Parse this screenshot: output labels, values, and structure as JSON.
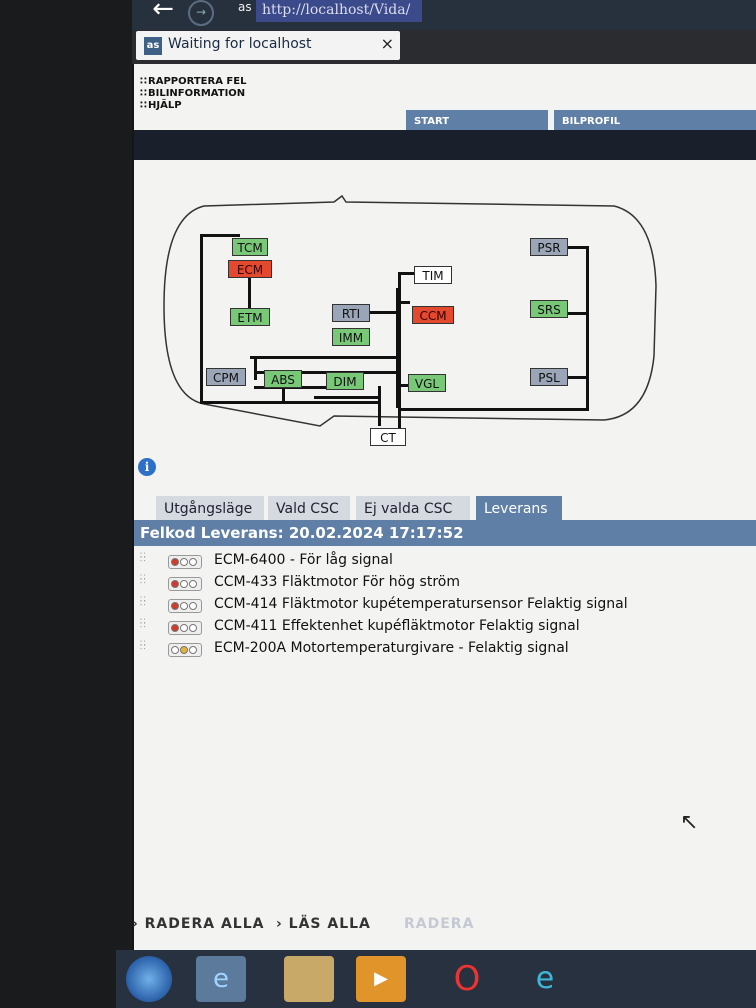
{
  "browser": {
    "url": "http://localhost/Vida/",
    "site_badge": "as",
    "tab_icon": "as",
    "tab_title": "Waiting for localhost",
    "tab_close": "×"
  },
  "topnav": {
    "items": [
      "RAPPORTERA FEL",
      "BILINFORMATION",
      "HJÄLP"
    ]
  },
  "main_tabs": [
    "START",
    "BILPROFIL"
  ],
  "diagram": {
    "nodes": [
      {
        "id": "TCM",
        "status": "ok"
      },
      {
        "id": "ECM",
        "status": "error"
      },
      {
        "id": "ETM",
        "status": "ok"
      },
      {
        "id": "RTI",
        "status": "grey"
      },
      {
        "id": "CCM",
        "status": "error"
      },
      {
        "id": "TIM",
        "status": "white"
      },
      {
        "id": "IMM",
        "status": "ok"
      },
      {
        "id": "PSR",
        "status": "grey"
      },
      {
        "id": "SRS",
        "status": "ok"
      },
      {
        "id": "PSL",
        "status": "grey"
      },
      {
        "id": "CPM",
        "status": "grey"
      },
      {
        "id": "ABS",
        "status": "ok"
      },
      {
        "id": "DIM",
        "status": "ok"
      },
      {
        "id": "VGL",
        "status": "ok"
      },
      {
        "id": "CT",
        "status": "white"
      }
    ],
    "colors": {
      "ok": "#78c878",
      "error": "#e2492e",
      "grey": "#9aa6b8",
      "white": "#ffffff"
    }
  },
  "sub_tabs": [
    {
      "label": "Utgångsläge",
      "active": false
    },
    {
      "label": "Vald CSC",
      "active": false
    },
    {
      "label": "Ej valda CSC",
      "active": false
    },
    {
      "label": "Leverans",
      "active": true
    }
  ],
  "fault_header": "Felkod Leverans: 20.02.2024 17:17:52",
  "faults": [
    {
      "text": "ECM-6400  - För låg signal",
      "lamp": "red"
    },
    {
      "text": "CCM-433 Fläktmotor För hög ström",
      "lamp": "red"
    },
    {
      "text": "CCM-414 Fläktmotor kupétemperatursensor Felaktig signal",
      "lamp": "red"
    },
    {
      "text": "CCM-411 Effektenhet kupéfläktmotor Felaktig signal",
      "lamp": "red"
    },
    {
      "text": "ECM-200A Motortemperaturgivare - Felaktig signal",
      "lamp": "yellow"
    }
  ],
  "actions": {
    "delete_all": "RADERA ALLA",
    "read_all": "LÄS ALLA",
    "delete": "RADERA"
  },
  "icons": {
    "back": "back-arrow-icon",
    "info": "info-icon",
    "start": "windows-start-icon",
    "ie": "internet-explorer-icon",
    "explorer": "file-explorer-icon",
    "media": "media-player-icon",
    "opera": "opera-icon",
    "edge": "edge-icon"
  }
}
